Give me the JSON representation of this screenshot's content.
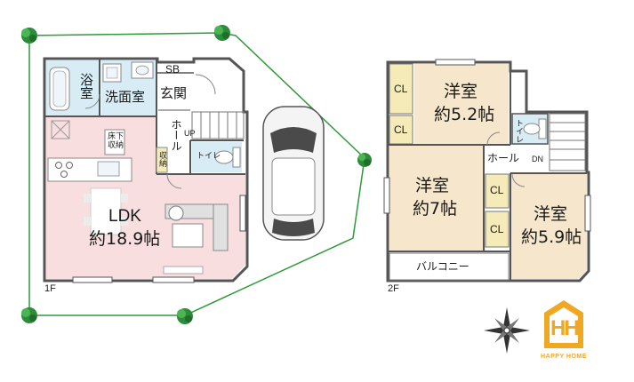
{
  "floor1": {
    "label": "1F",
    "rooms": {
      "bath": "浴室",
      "washroom": "洗面室",
      "sb": "SB",
      "entrance": "玄関",
      "hall": "ホール",
      "up": "UP",
      "toilet": "トイレ",
      "underfloor_storage": "床下収納",
      "storage": "収納",
      "ldk_name": "LDK",
      "ldk_size": "約18.9帖"
    }
  },
  "floor2": {
    "label": "2F",
    "rooms": {
      "western_a_name": "洋室",
      "western_a_size": "約5.2帖",
      "western_b_name": "洋室",
      "western_b_size": "約7帖",
      "western_c_name": "洋室",
      "western_c_size": "約5.9帖",
      "cl": "CL",
      "hall": "ホール",
      "dn": "DN",
      "toilet": "トイレ",
      "balcony": "バルコニー"
    }
  },
  "logo": {
    "letters": "HH",
    "text": "HAPPY HOME"
  },
  "icons": [
    "tree-icon",
    "car-icon",
    "compass-icon",
    "toilet-icon",
    "bathtub-icon",
    "sink-icon",
    "stove-icon",
    "dining-table-icon",
    "sofa-icon"
  ],
  "colors": {
    "ldk_fill": "#f8dede",
    "western_fill": "#f5e6cc",
    "closet_fill": "#f5ebb8",
    "wet_fill": "#d8ecf5",
    "wall": "#555555",
    "lot_line": "#2f9a3a",
    "logo_orange": "#f0a823"
  }
}
